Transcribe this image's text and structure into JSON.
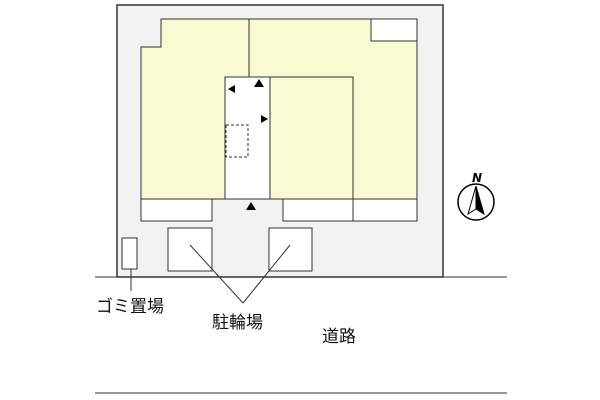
{
  "labels": {
    "garbage": "ゴミ置場",
    "bicycle_parking": "駐輪場",
    "road": "道路"
  },
  "compass": {
    "north": "N"
  },
  "colors": {
    "lot": "#f2f2f2",
    "building": "#fafad2",
    "line": "#333333",
    "white": "#ffffff"
  }
}
